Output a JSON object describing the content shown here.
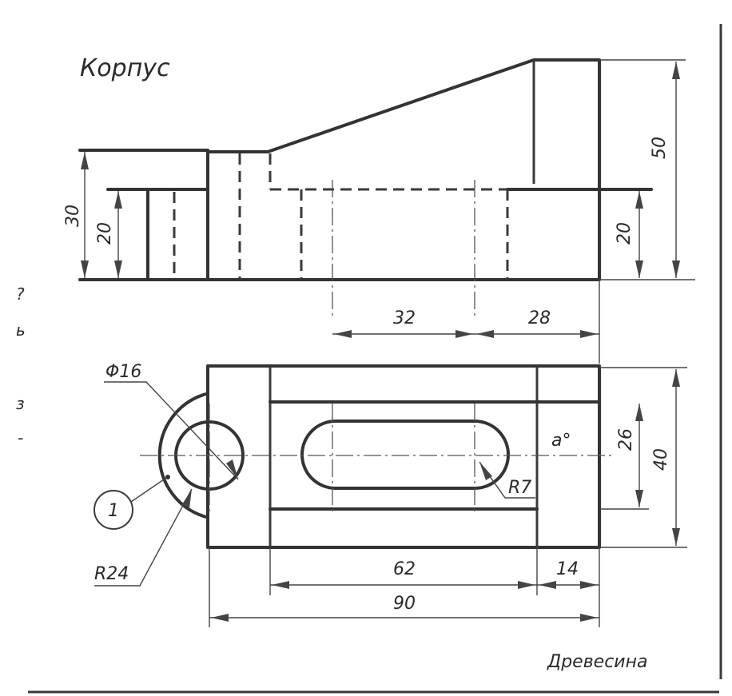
{
  "title": "Корпус",
  "material": "Древесина",
  "part_callout": "1",
  "surface_mark": "a°",
  "margin_marks": [
    "?",
    "ь",
    "з",
    "-"
  ],
  "dimensions": {
    "front_height_total": "30",
    "front_height_base": "20",
    "height_total": "50",
    "height_right": "20",
    "slot_length": "32",
    "right_offset": "28",
    "hole_diameter": "Φ16",
    "boss_radius": "R24",
    "slot_radius": "R7",
    "slot_width": "26",
    "width_total": "40",
    "middle_length": "62",
    "right_length": "14",
    "length_total": "90"
  }
}
